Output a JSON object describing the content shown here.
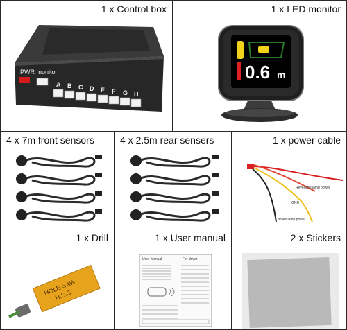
{
  "items": {
    "control_box": {
      "label": "1 x Control box",
      "brand_text": "PWR monitor",
      "channels": [
        "A",
        "B",
        "C",
        "D",
        "E",
        "F",
        "G",
        "H"
      ]
    },
    "led_monitor": {
      "label": "1 x LED monitor",
      "distance": "0.6",
      "unit": "m"
    },
    "front_sensors": {
      "label": "4 x 7m front sensors"
    },
    "rear_sensors": {
      "label": "4 x 2.5m rear sensers"
    },
    "power_cable": {
      "label": "1 x power cable",
      "wire_labels": [
        "Reversing lamp power",
        "GND",
        "Brake lamp power"
      ]
    },
    "drill": {
      "label": "1 x Drill",
      "box_text_1": "HOLE SAW",
      "box_text_2": "H.S.S"
    },
    "user_manual": {
      "label": "1 x User manual",
      "header_left": "User Manual",
      "header_right": "For driver"
    },
    "stickers": {
      "label": "2 x Stickers"
    }
  },
  "colors": {
    "border": "#2a2a2a",
    "device_body": "#2c2c2c",
    "display_yellow": "#f2d21a",
    "display_red": "#e02020",
    "wire_red": "#d81e1e",
    "wire_yellow": "#f0c020",
    "drill_box": "#e7a31c",
    "sticker": "#b9b9b9"
  }
}
